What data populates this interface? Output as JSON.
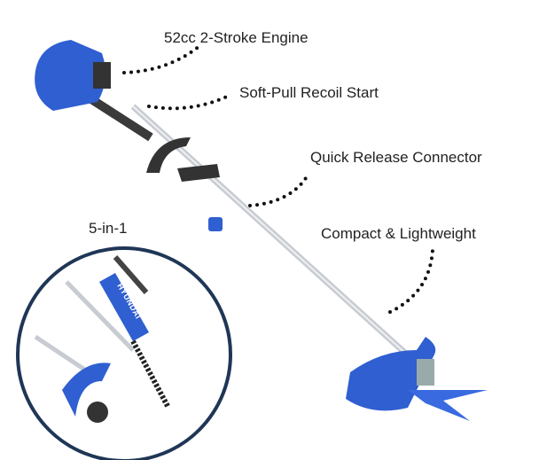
{
  "labels": {
    "engine": "52cc 2-Stroke Engine",
    "recoil": "Soft-Pull Recoil Start",
    "connector": "Quick Release Connector",
    "compact": "Compact & Lightweight",
    "multi": "5-in-1"
  },
  "brand": "HYUNDAI",
  "colors": {
    "brand_blue": "#2f5fd0",
    "shaft": "#c8ccd2",
    "inset_border": "#1f3656",
    "dots": "#111111"
  }
}
